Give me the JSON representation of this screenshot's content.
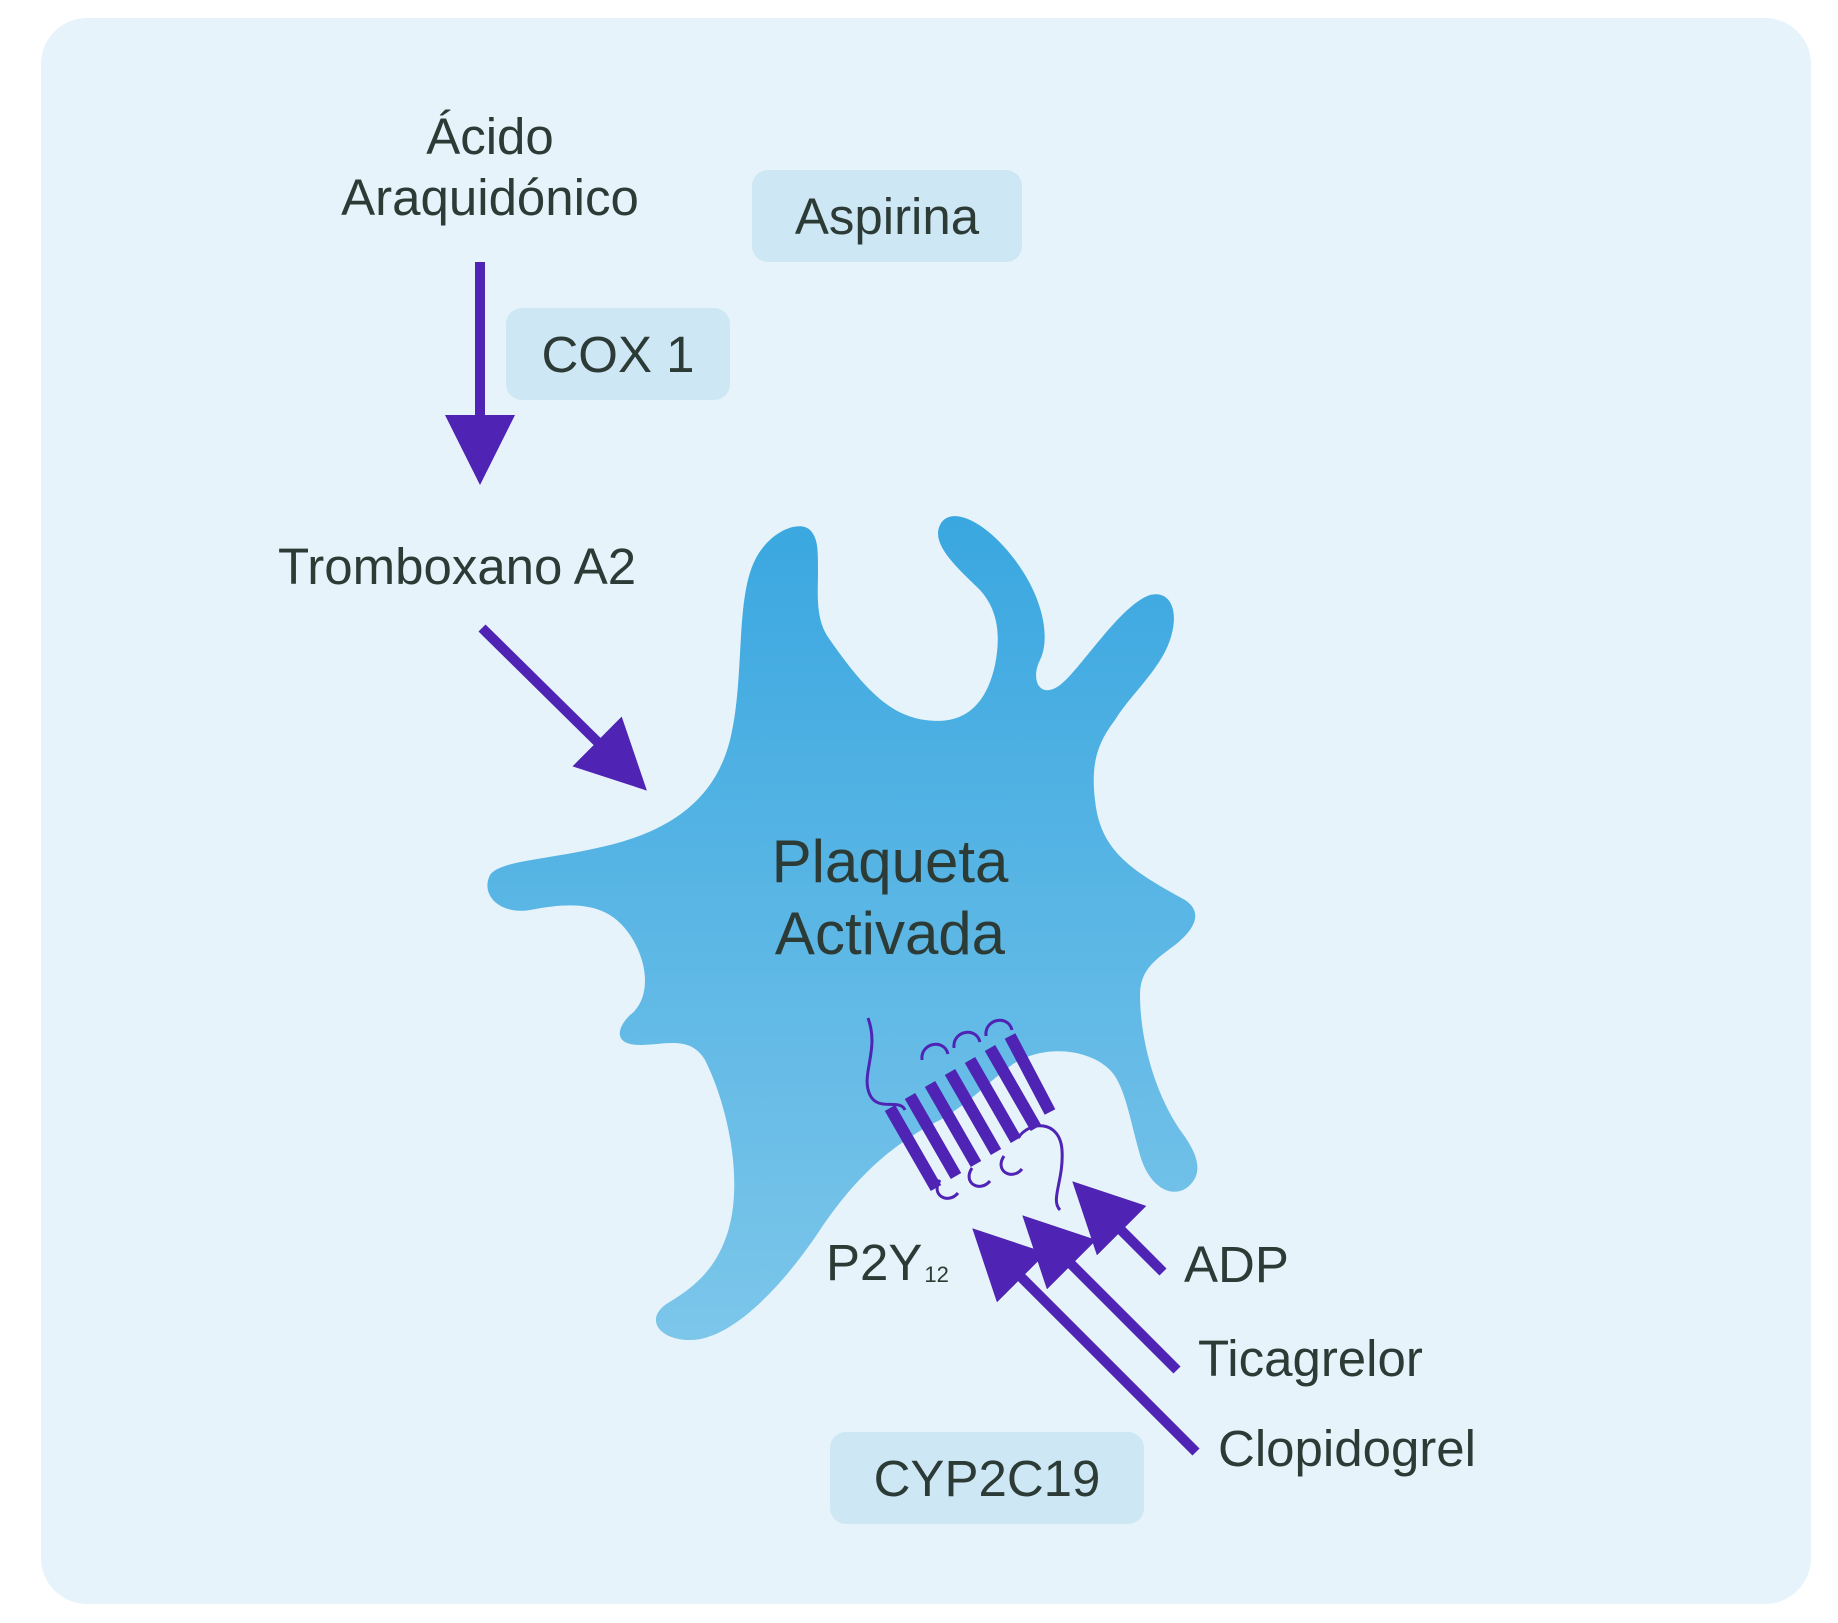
{
  "labels": {
    "arachidonic_acid": [
      "Ácido",
      "Araquidónico"
    ],
    "thromboxane": "Tromboxano A2",
    "platelet": [
      "Plaqueta",
      "Activada"
    ],
    "receptor": "P2Y",
    "receptor_sub": "12",
    "adp": "ADP",
    "ticagrelor": "Ticagrelor",
    "clopidogrel": "Clopidogrel"
  },
  "pills": {
    "aspirin": "Aspirina",
    "cox1": "COX 1",
    "cyp": "CYP2C19"
  },
  "colors": {
    "background": "#e6f3fa",
    "pill": "#cde7f4",
    "arrow": "#4f23b3",
    "platelet_top": "#3aa7e0",
    "platelet_bottom": "#7cc6ea",
    "text": "#2d3b36"
  },
  "icons": {
    "receptor": "seven-transmembrane-receptor-icon"
  }
}
